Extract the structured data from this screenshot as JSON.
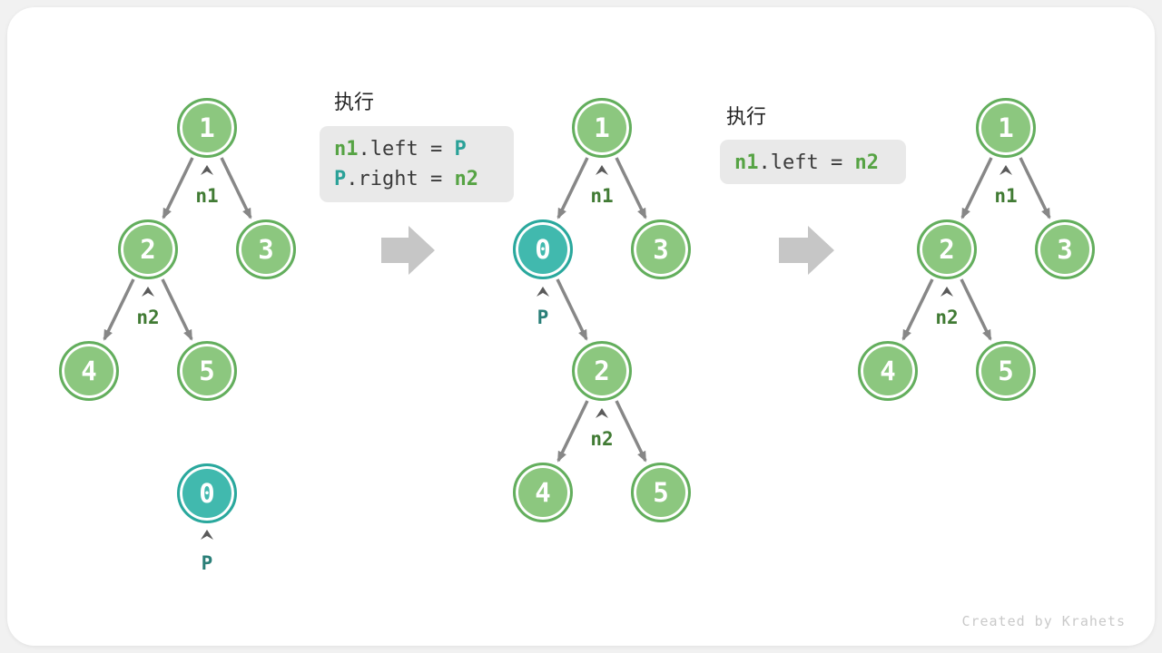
{
  "watermark": "Created by Krahets",
  "steps": {
    "step1": {
      "heading": "执行",
      "line1": {
        "a": "n1",
        "b": ".left = ",
        "c": "P"
      },
      "line2": {
        "a": "P",
        "b": ".right = ",
        "c": "n2"
      }
    },
    "step2": {
      "heading": "执行",
      "line1": {
        "a": "n1",
        "b": ".left = ",
        "c": "n2"
      }
    }
  },
  "tree_before": {
    "node1": "1",
    "node2": "2",
    "node3": "3",
    "node4": "4",
    "node5": "5",
    "nodeP": "0",
    "label_n1": "n1",
    "label_n2": "n2",
    "label_p": "P"
  },
  "tree_middle": {
    "node1": "1",
    "nodeP": "0",
    "node3": "3",
    "node2": "2",
    "node4": "4",
    "node5": "5",
    "label_n1": "n1",
    "label_p": "P",
    "label_n2": "n2"
  },
  "tree_after": {
    "node1": "1",
    "node2": "2",
    "node3": "3",
    "node4": "4",
    "node5": "5",
    "label_n1": "n1",
    "label_n2": "n2"
  },
  "colors": {
    "node_green_fill": "#8cc77f",
    "node_green_border": "#63ae5d",
    "node_teal_fill": "#41b9ae",
    "node_teal_border": "#2aa89d",
    "edge_gray": "#878787",
    "block_arrow_gray": "#c6c6c6",
    "pointer_label_green": "#417b34",
    "pointer_label_teal": "#2a7f78",
    "code_token_green": "#56a344",
    "code_token_teal": "#2aa198",
    "code_text": "#3a3a3a",
    "code_background": "#e9e9e9"
  }
}
